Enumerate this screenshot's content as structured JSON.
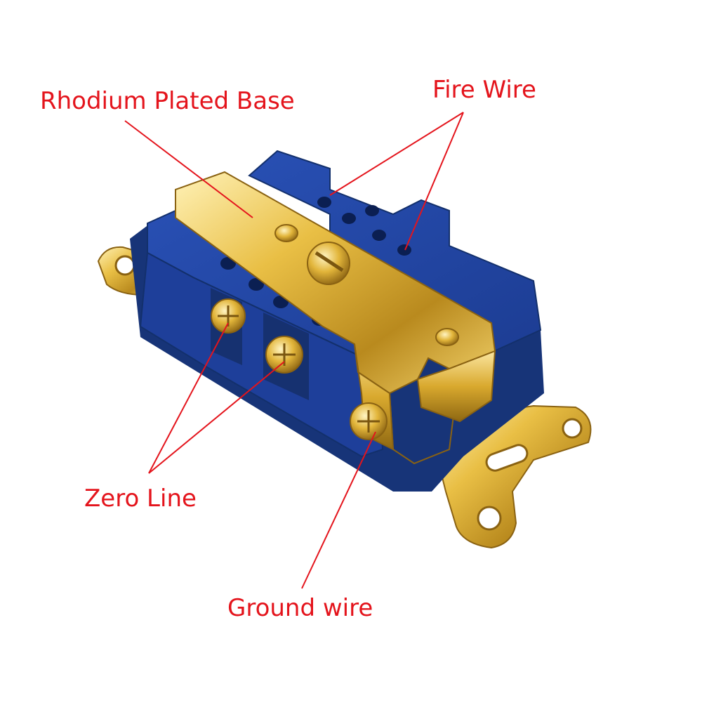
{
  "labels": {
    "rhodium_plated_base": "Rhodium Plated Base",
    "fire_wire": "Fire Wire",
    "zero_line": "Zero Line",
    "ground_wire": "Ground wire"
  },
  "colors": {
    "label_text": "#e4141c",
    "leader_line": "#e4141c",
    "housing_blue": "#1e3f9a",
    "housing_blue_dark": "#14306f",
    "brass_gold": "#e2b53a",
    "brass_highlight": "#fbe9a6",
    "brass_shadow": "#9a7418",
    "background": "#ffffff"
  }
}
